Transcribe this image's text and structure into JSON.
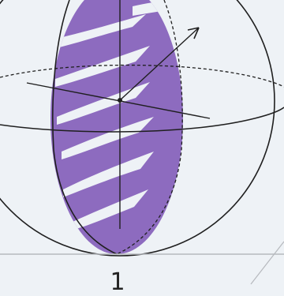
{
  "figure": {
    "label": "1",
    "colors": {
      "background": "#eef2f6",
      "fill": "#8d6bbf",
      "ink": "#1f1f1f",
      "grid": "#b6b9be"
    },
    "icons": [
      "sphere",
      "ellipse-cross-section",
      "axis-arrow",
      "center-point"
    ]
  }
}
